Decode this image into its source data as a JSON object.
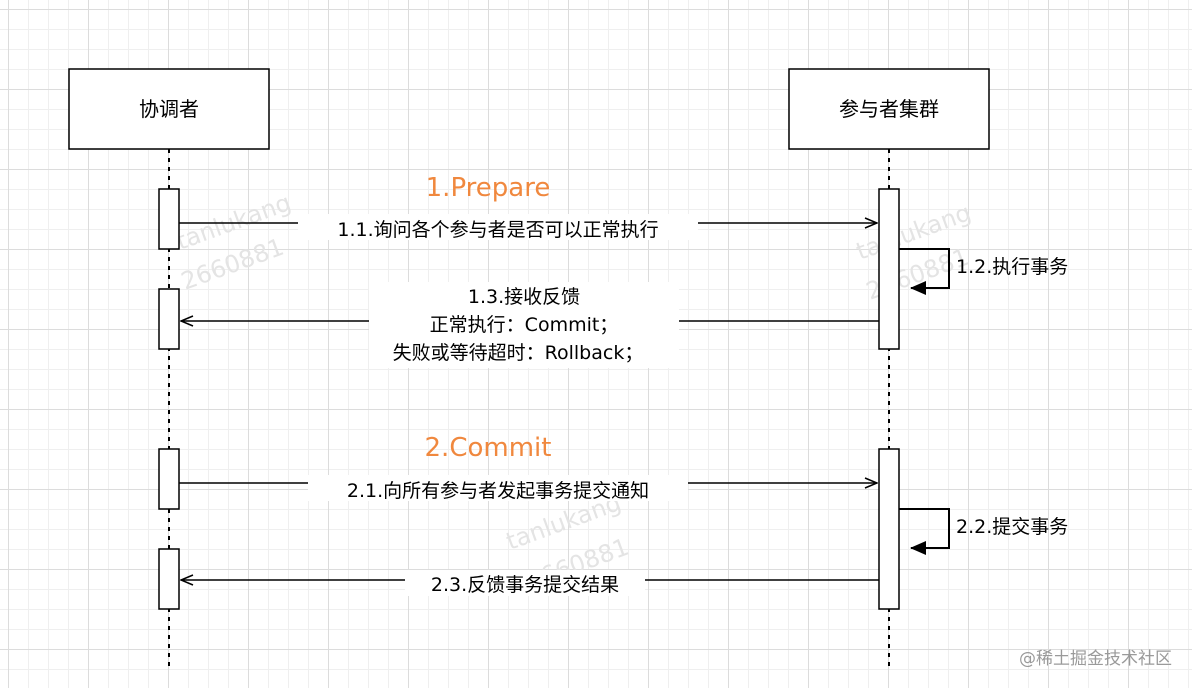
{
  "actors": {
    "coordinator": "协调者",
    "participants": "参与者集群"
  },
  "phase1": {
    "title": "1.Prepare",
    "ask": "1.1.询问各个参与者是否可以正常执行",
    "exec": "1.2.执行事务",
    "feedback_title": "1.3.接收反馈",
    "feedback_ok": "正常执行：Commit；",
    "feedback_fail": "失败或等待超时：Rollback；"
  },
  "phase2": {
    "title": "2.Commit",
    "notify": "2.1.向所有参与者发起事务提交通知",
    "commit": "2.2.提交事务",
    "result": "2.3.反馈事务提交结果"
  },
  "watermarks": [
    "tanlukang",
    "2660881",
    "tanlukang",
    "2660881",
    "tanlukang",
    "2660881"
  ],
  "footer": "@稀土掘金技术社区",
  "colors": {
    "phase": "#f0883e",
    "line": "#000000"
  }
}
